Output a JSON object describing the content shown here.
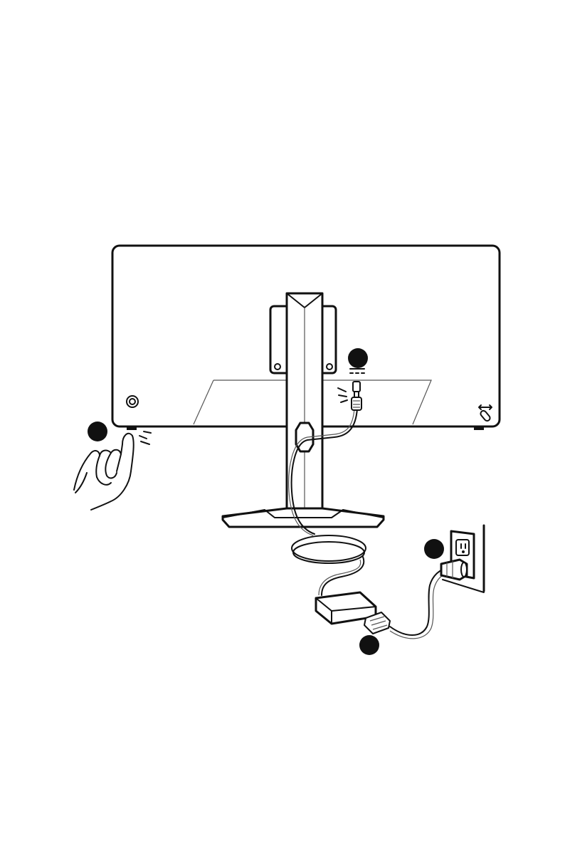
{
  "figure": {
    "description_title": "",
    "step_markers": [
      {
        "id": "step-1",
        "label": ""
      },
      {
        "id": "step-2",
        "label": ""
      },
      {
        "id": "step-3",
        "label": ""
      },
      {
        "id": "step-4",
        "label": ""
      }
    ],
    "icons": {
      "dc_power_symbol": "dc-power-icon",
      "joystick_symbol": "joystick-icon"
    },
    "colors": {
      "line": "#111111",
      "marker_fill": "#111111",
      "background": "#ffffff"
    }
  }
}
